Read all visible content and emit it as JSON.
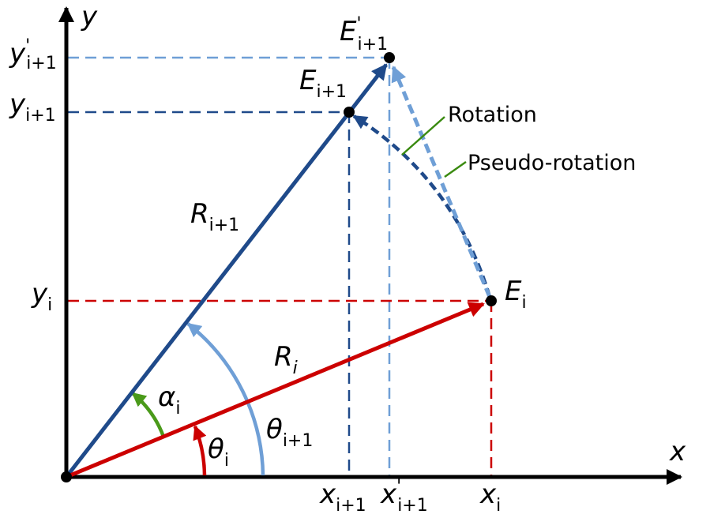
{
  "axes": {
    "x_label": "x",
    "y_label": "y"
  },
  "points": {
    "e_i": {
      "base": "E",
      "sub": "i"
    },
    "e_next": {
      "base": "E",
      "sub": "i+1"
    },
    "e_prime_next": {
      "base": "E",
      "sub": "i+1",
      "prime": "'"
    }
  },
  "x_ticks": {
    "x_next": {
      "base": "x",
      "sub": "i+1"
    },
    "x_prime_next": {
      "base": "x",
      "sub": "i+1",
      "prime": "'"
    },
    "x_i": {
      "base": "x",
      "sub": "i"
    }
  },
  "y_ticks": {
    "y_prime_next": {
      "base": "y",
      "sub": "i+1",
      "prime": "'"
    },
    "y_next": {
      "base": "y",
      "sub": "i+1"
    },
    "y_i": {
      "base": "y",
      "sub": "i"
    }
  },
  "vectors": {
    "r_next": {
      "base": "R",
      "sub": "i+1"
    },
    "r_i": {
      "base": "R",
      "sub": "i"
    }
  },
  "angles": {
    "alpha": {
      "base": "α",
      "sub": "i"
    },
    "theta_i": {
      "base": "θ",
      "sub": "i"
    },
    "theta_next": {
      "base": "θ",
      "sub": "i+1"
    }
  },
  "annotations": {
    "rotation": "Rotation",
    "pseudo_rotation": "Pseudo-rotation"
  },
  "colors": {
    "axis": "#000000",
    "r_next": "#1f4a8a",
    "r_i": "#cc0000",
    "light_blue": "#6f9fd6",
    "green": "#4a9a1a",
    "annotation_line": "#3a8a10"
  }
}
